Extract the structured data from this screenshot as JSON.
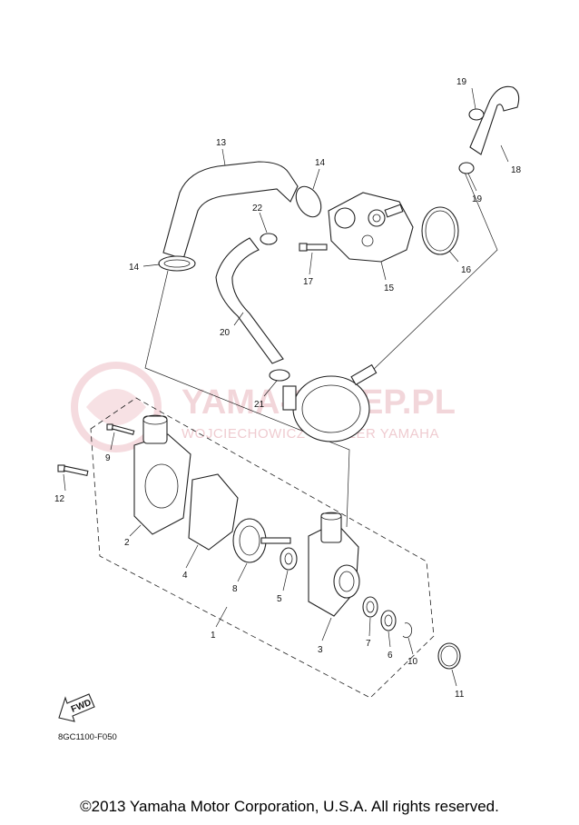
{
  "watermark": {
    "title": "YAMA-SKLEP.PL",
    "subtitle": "WOJCIECHOWICZ - DEALER YAMAHA"
  },
  "callouts": {
    "p1": "1",
    "p2": "2",
    "p3": "3",
    "p4": "4",
    "p5": "5",
    "p6": "6",
    "p7": "7",
    "p8": "8",
    "p9": "9",
    "p10": "10",
    "p11": "11",
    "p12": "12",
    "p13": "13",
    "p14a": "14",
    "p14b": "14",
    "p15": "15",
    "p16": "16",
    "p17": "17",
    "p18": "18",
    "p19a": "19",
    "p19b": "19",
    "p20": "20",
    "p21": "21",
    "p22": "22"
  },
  "fwd_label": "FWD",
  "diagram_code": "8GC1100-F050",
  "copyright": "©2013 Yamaha Motor Corporation, U.S.A. All rights reserved."
}
